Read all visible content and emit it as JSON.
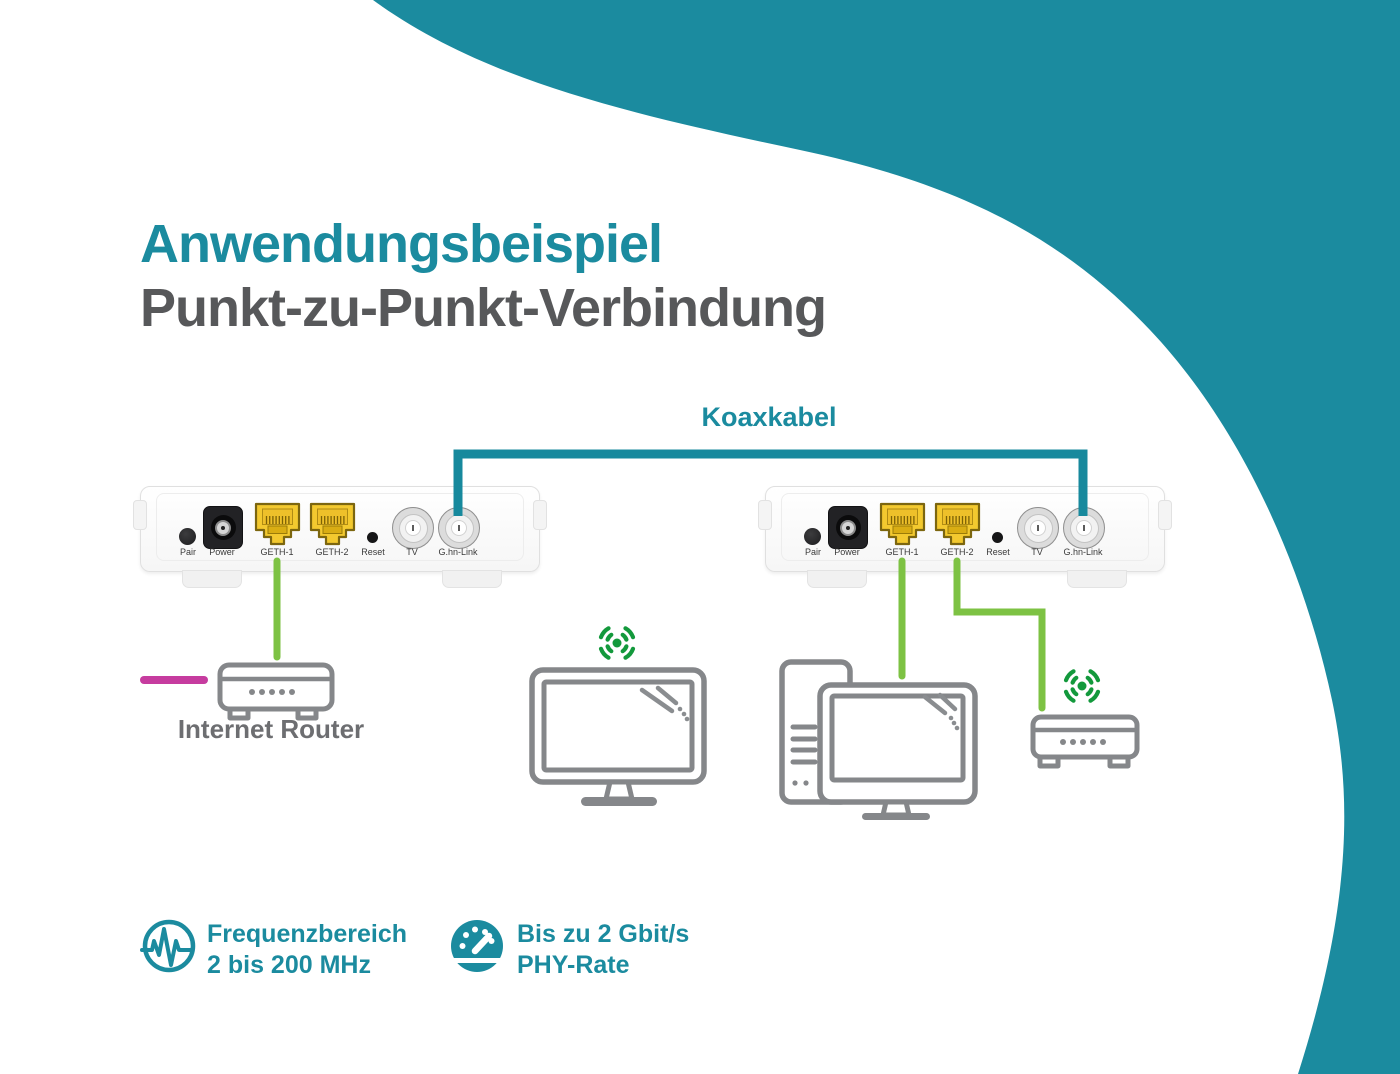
{
  "title": {
    "line1": "Anwendungsbeispiel",
    "line2": "Punkt-zu-Punkt-Verbindung"
  },
  "diagram": {
    "cable_label": "Koaxkabel",
    "router_label": "Internet Router",
    "port_labels": [
      "Pair",
      "Power",
      "GETH-1",
      "GETH-2",
      "Reset",
      "TV",
      "G.hn-Link"
    ],
    "devices": [
      "coax-adapter-left",
      "coax-adapter-right"
    ],
    "icons": [
      "internet-router-icon",
      "wireless-signal-icon",
      "tv-monitor-icon",
      "desktop-computer-icon",
      "settop-box-icon"
    ]
  },
  "features": [
    {
      "icon": "frequency-wave-icon",
      "line1": "Frequenzbereich",
      "line2": "2 bis 200 MHz"
    },
    {
      "icon": "speedometer-icon",
      "line1": "Bis zu 2 Gbit/s",
      "line2": "PHY-Rate"
    }
  ],
  "colors": {
    "teal": "#1b8b9f",
    "title_gray": "#57585a",
    "icon_gray": "#85878a",
    "cable_green": "#7dc243",
    "wifi_green": "#13993c",
    "magenta": "#c63c9f",
    "port_yellow": "#f3c92f"
  }
}
